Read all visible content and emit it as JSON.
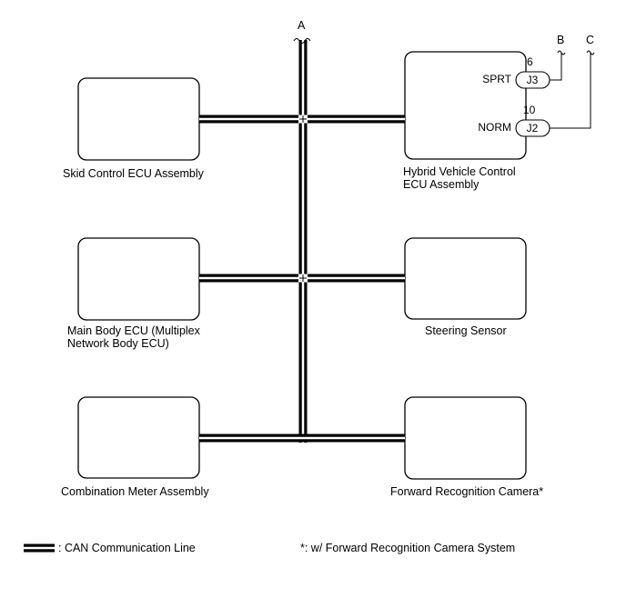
{
  "bus_point": "A",
  "ecus": {
    "skid_control": "Skid Control ECU Assembly",
    "main_body_line1": "Main Body ECU (Multiplex",
    "main_body_line2": "Network Body ECU)",
    "combination_meter": "Combination Meter Assembly",
    "hybrid_line1": "Hybrid Vehicle Control",
    "hybrid_line2": "ECU Assembly",
    "steering_sensor": "Steering Sensor",
    "forward_camera": "Forward Recognition Camera*"
  },
  "hybrid_terminals": {
    "sprt": {
      "name": "SPRT",
      "pin": "6",
      "connector": "J3",
      "to": "B"
    },
    "norm": {
      "name": "NORM",
      "pin": "10",
      "connector": "J2",
      "to": "C"
    }
  },
  "legend": {
    "can_line": ": CAN Communication Line",
    "footnote": "*: w/ Forward Recognition Camera System"
  },
  "colors": {
    "line": "#000000",
    "background": "#ffffff"
  }
}
